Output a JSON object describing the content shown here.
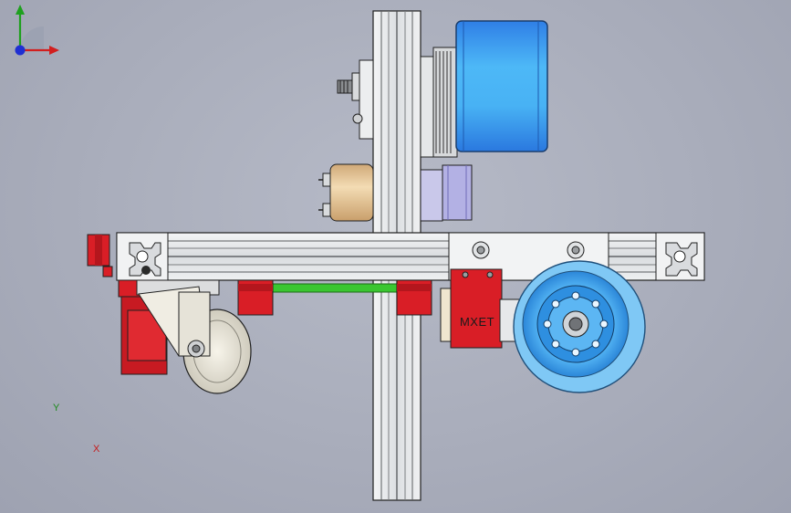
{
  "viewport": {
    "background": "#aeb2bf",
    "model": {
      "motor_label": "MXET"
    },
    "triad": {
      "x_label": "X",
      "y_label": "Y",
      "x_color": "#d21f1f",
      "y_color": "#1ea01e",
      "z_color": "#1f2fd2"
    },
    "colors": {
      "profile": "#e8eaec",
      "motor_blue": "#3ea7f0",
      "red_parts": "#d81d25",
      "belt_green": "#34c42a",
      "bearing_tan": "#e3c597",
      "lavender": "#b4b2e6"
    }
  }
}
